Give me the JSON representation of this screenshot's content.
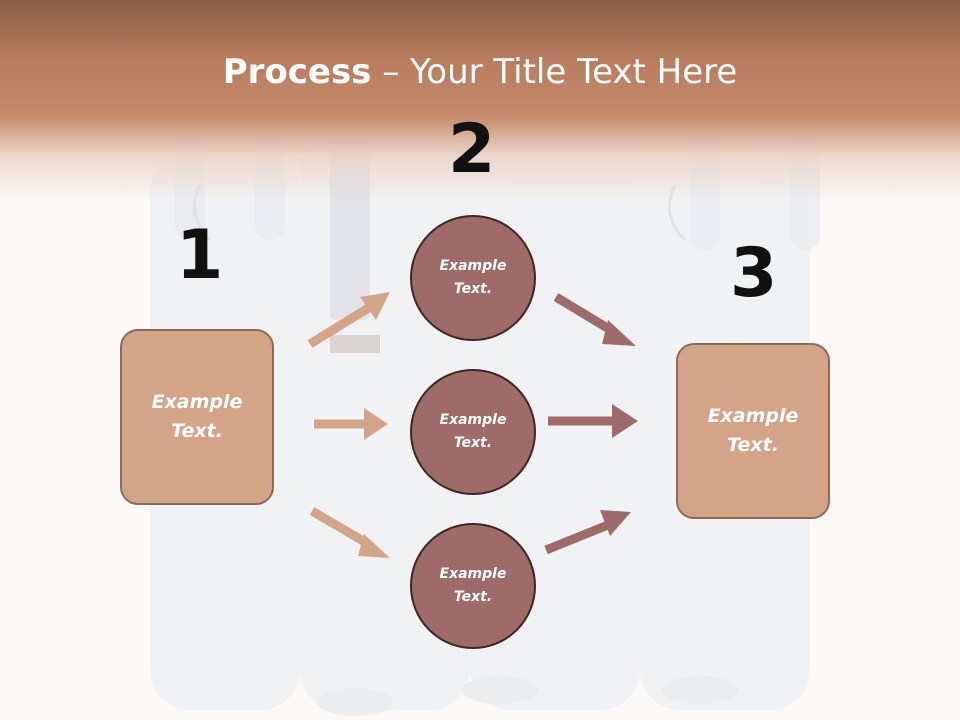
{
  "title": {
    "bold": "Process",
    "rest": " – Your Title Text Here"
  },
  "steps": [
    {
      "number": "1",
      "label": "Example\nText."
    },
    {
      "number": "2"
    },
    {
      "number": "3",
      "label": "Example\nText."
    }
  ],
  "circles": [
    {
      "label": "Example\nText."
    },
    {
      "label": "Example\nText."
    },
    {
      "label": "Example\nText."
    }
  ],
  "colors": {
    "header": "#c58a6b",
    "box_fill": "#d4a489",
    "box_border": "#8c6a5a",
    "circle_fill": "#9e6b69",
    "circle_border": "#3f2626",
    "arrow_light": "#d4a489",
    "arrow_dark": "#9e6b69"
  },
  "background": "faded photo of medical staff in white coats with stethoscopes"
}
